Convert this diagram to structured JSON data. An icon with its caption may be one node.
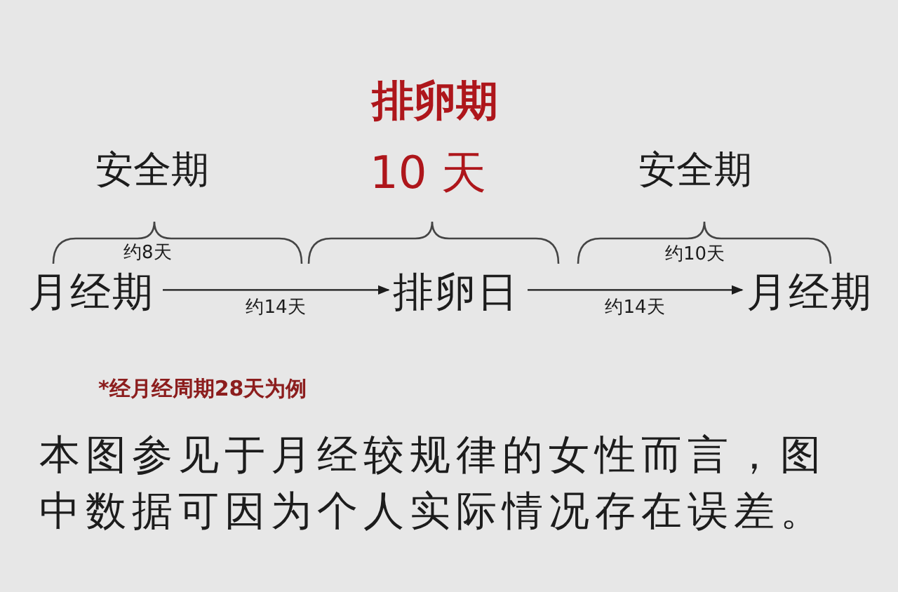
{
  "diagram": {
    "nodes": [
      {
        "text": [
          "月经期"
        ]
      },
      {
        "text": [
          "排卵日"
        ]
      },
      {
        "text": [
          "月经期"
        ]
      }
    ],
    "edges": [
      {
        "from": 0,
        "to": 1,
        "arrow": "to",
        "label": "约14天"
      },
      {
        "from": 1,
        "to": 2,
        "arrow": "to",
        "label": "约14天"
      }
    ],
    "labels": [
      "排卵期",
      "安全期",
      "10 天",
      "安全期",
      "约8天",
      "约10天",
      "*经月经周期28天为例",
      "本图参见于月经较规律的女性而言，图中数据可因为个人实际情况存在误差。"
    ]
  }
}
